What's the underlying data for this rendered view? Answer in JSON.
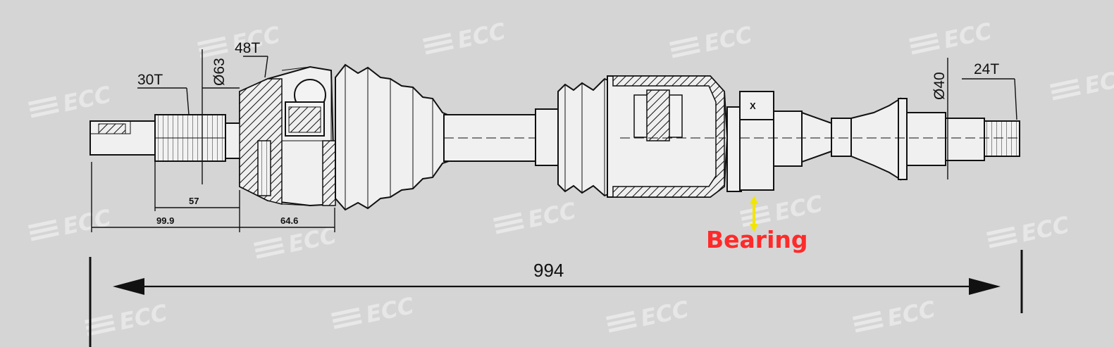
{
  "colors": {
    "background": "#d5d5d5",
    "line": "#111111",
    "callout_text": "#ff2a2a",
    "callout_arrow": "#f2e600"
  },
  "labels": {
    "spline_outer": "30T",
    "diameter_outer": "Ø63",
    "abs_ring_teeth": "48T",
    "dim_57": "57",
    "dim_99_9": "99.9",
    "dim_64_6": "64.6",
    "bearing_mark": "X",
    "diameter_inner": "Ø40",
    "spline_inner": "24T",
    "total_length": "994",
    "callout": "Bearing"
  },
  "watermark_text": "ECC"
}
